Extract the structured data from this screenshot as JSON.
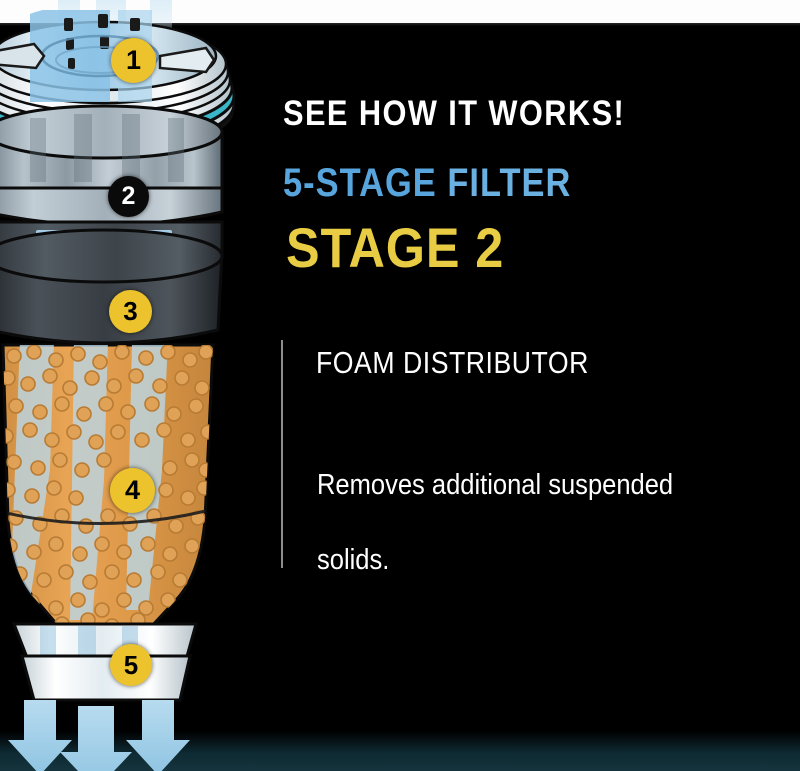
{
  "theme": {
    "background": "#000000",
    "accent_yellow": "#e8cd44",
    "accent_blue": "#57a5dc",
    "badge_yellow": "#ecc32c",
    "badge_active": "#0a0a0a",
    "text": "#ffffff",
    "rule": "#8d8d8d",
    "media_orange": "#e09a4a",
    "water_blue": "#9ecbe6",
    "teal_ring": "#3bb6c8"
  },
  "panel": {
    "kicker": "SEE HOW IT WORKS!",
    "subtitle_highlight": "5-STAGE",
    "subtitle_rest": "FILTER",
    "stage_title": "STAGE 2",
    "part_name": "FOAM DISTRIBUTOR",
    "description": "Removes additional suspended solids."
  },
  "diagram": {
    "label": "cutaway-water-filter-cartridge",
    "badges": [
      {
        "id": 1,
        "number": "1",
        "style": "yellow",
        "active": false,
        "part": "lid-cap"
      },
      {
        "id": 2,
        "number": "2",
        "style": "dark",
        "active": true,
        "part": "foam-distributor"
      },
      {
        "id": 3,
        "number": "3",
        "style": "yellow",
        "active": false,
        "part": "upper-housing"
      },
      {
        "id": 4,
        "number": "4",
        "style": "yellow",
        "active": false,
        "part": "granular-media-bed"
      },
      {
        "id": 5,
        "number": "5",
        "style": "yellow",
        "active": false,
        "part": "outlet-nozzle"
      }
    ],
    "flow_direction": "downward"
  }
}
